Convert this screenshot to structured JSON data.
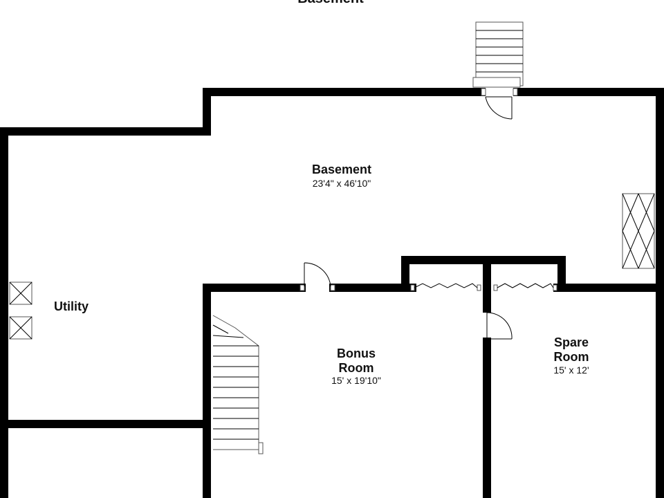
{
  "floor_title": "Basement",
  "rooms": [
    {
      "name": "Basement",
      "dims": "23'4\" x 46'10\""
    },
    {
      "name": "Utility",
      "dims": ""
    },
    {
      "name_line1": "Bonus",
      "name_line2": "Room",
      "dims": "15' x 19'10\""
    },
    {
      "name_line1": "Spare",
      "name_line2": "Room",
      "dims": "15' x 12'"
    }
  ],
  "colors": {
    "wall": "#000000",
    "background": "#ffffff",
    "text": "#111111"
  }
}
